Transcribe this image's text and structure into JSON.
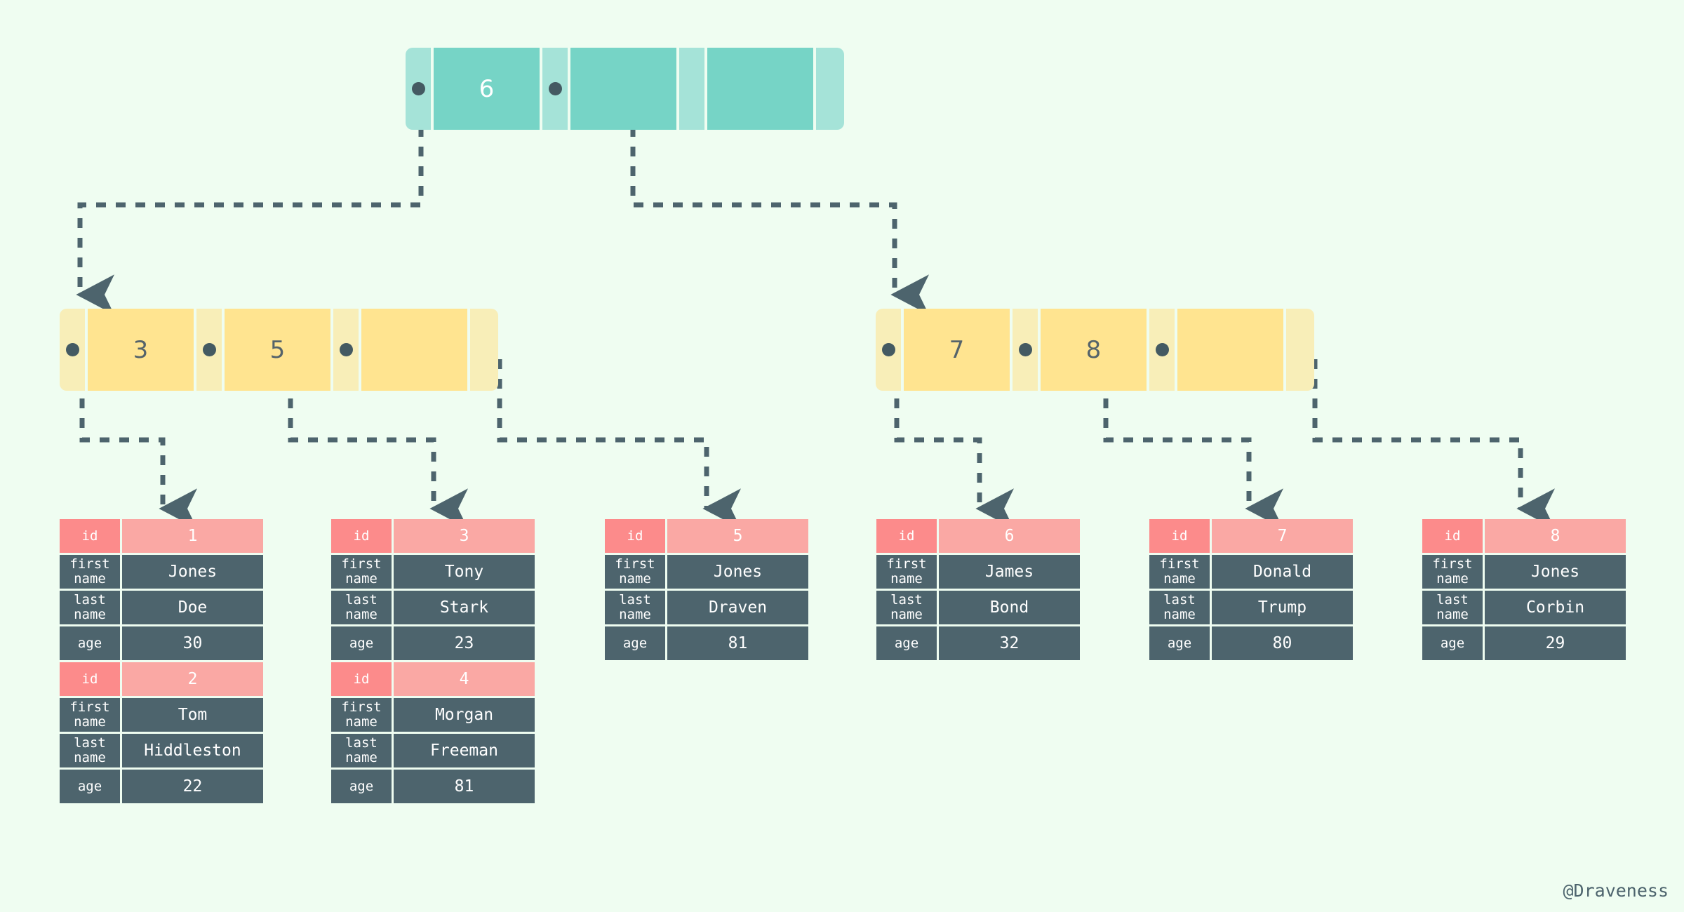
{
  "background_color": "#effdf1",
  "watermark": "@Draveness",
  "palette": {
    "root_pointer": "#a5e3d8",
    "root_key": "#76d4c6",
    "inner_pointer": "#f8eeb8",
    "inner_key": "#ffe490",
    "record_label": "#4d646d",
    "record_value": "#4d646d",
    "id_label": "#fc8b8b",
    "id_value": "#faa8a4",
    "link": "#4d646d",
    "dot": "#445a62"
  },
  "root_node": {
    "label": "root-node",
    "cells": [
      {
        "type": "pointer",
        "has_dot": true,
        "width": 40
      },
      {
        "type": "key",
        "value": "6",
        "width": 155
      },
      {
        "type": "pointer",
        "has_dot": true,
        "width": 40
      },
      {
        "type": "key",
        "value": "",
        "width": 155
      },
      {
        "type": "pointer",
        "has_dot": false,
        "width": 40
      },
      {
        "type": "key",
        "value": "",
        "width": 155
      },
      {
        "type": "pointer",
        "has_dot": false,
        "width": 40
      }
    ]
  },
  "internal_nodes": [
    {
      "label": "internal-node-left",
      "cells": [
        {
          "type": "pointer",
          "has_dot": true,
          "width": 40
        },
        {
          "type": "key",
          "value": "3",
          "width": 155
        },
        {
          "type": "pointer",
          "has_dot": true,
          "width": 40
        },
        {
          "type": "key",
          "value": "5",
          "width": 155
        },
        {
          "type": "pointer",
          "has_dot": true,
          "width": 40
        },
        {
          "type": "key",
          "value": "",
          "width": 155
        },
        {
          "type": "pointer",
          "has_dot": false,
          "width": 40
        }
      ]
    },
    {
      "label": "internal-node-right",
      "cells": [
        {
          "type": "pointer",
          "has_dot": true,
          "width": 40
        },
        {
          "type": "key",
          "value": "7",
          "width": 155
        },
        {
          "type": "pointer",
          "has_dot": true,
          "width": 40
        },
        {
          "type": "key",
          "value": "8",
          "width": 155
        },
        {
          "type": "pointer",
          "has_dot": true,
          "width": 40
        },
        {
          "type": "key",
          "value": "",
          "width": 155
        },
        {
          "type": "pointer",
          "has_dot": false,
          "width": 40
        }
      ]
    }
  ],
  "field_labels": {
    "id": "id",
    "first_name": [
      "first",
      "name"
    ],
    "last_name": [
      "last",
      "name"
    ],
    "age": "age"
  },
  "records": [
    {
      "label": "record-group-1",
      "rows": [
        {
          "id": "1",
          "first_name": "Jones",
          "last_name": "Doe",
          "age": "30"
        },
        {
          "id": "2",
          "first_name": "Tom",
          "last_name": "Hiddleston",
          "age": "22"
        }
      ]
    },
    {
      "label": "record-group-2",
      "rows": [
        {
          "id": "3",
          "first_name": "Tony",
          "last_name": "Stark",
          "age": "23"
        },
        {
          "id": "4",
          "first_name": "Morgan",
          "last_name": "Freeman",
          "age": "81"
        }
      ]
    },
    {
      "label": "record-group-3",
      "rows": [
        {
          "id": "5",
          "first_name": "Jones",
          "last_name": "Draven",
          "age": "81"
        }
      ]
    },
    {
      "label": "record-group-4",
      "rows": [
        {
          "id": "6",
          "first_name": "James",
          "last_name": "Bond",
          "age": "32"
        }
      ]
    },
    {
      "label": "record-group-5",
      "rows": [
        {
          "id": "7",
          "first_name": "Donald",
          "last_name": "Trump",
          "age": "80"
        }
      ]
    },
    {
      "label": "record-group-6",
      "rows": [
        {
          "id": "8",
          "first_name": "Jones",
          "last_name": "Corbin",
          "age": "29"
        }
      ]
    }
  ]
}
